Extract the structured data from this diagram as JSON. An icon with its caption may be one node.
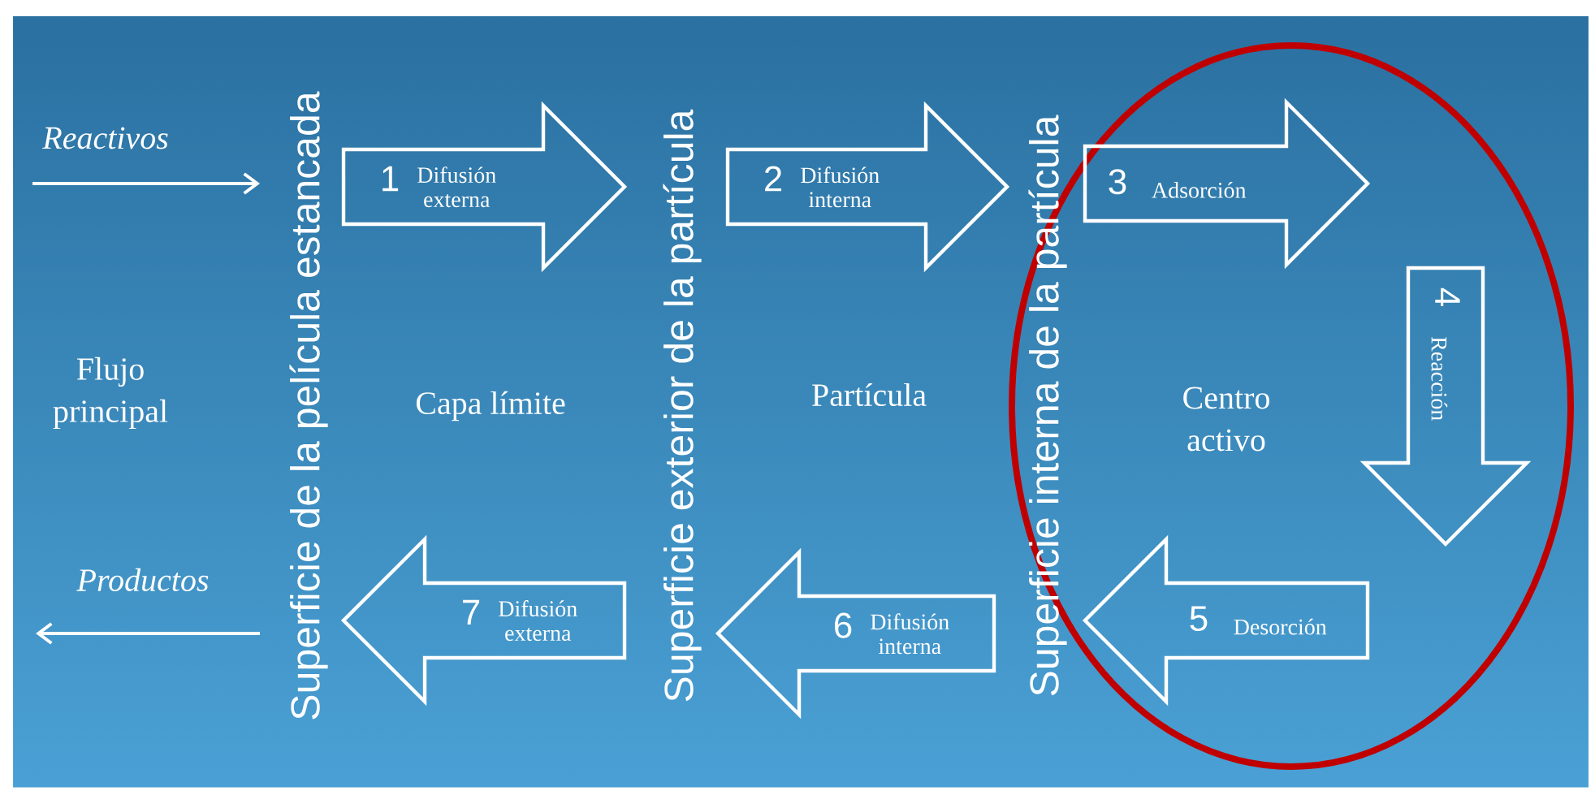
{
  "diagram": {
    "nodes": [
      {
        "text": [
          "1",
          "Difusión externa"
        ]
      },
      {
        "text": [
          "2",
          "Difusión interna"
        ]
      },
      {
        "text": [
          "3",
          "Adsorción"
        ]
      },
      {
        "text": [
          "4",
          "Reacción"
        ]
      },
      {
        "text": [
          "5",
          "Desorción"
        ]
      },
      {
        "text": [
          "6",
          "Difusión interna"
        ]
      },
      {
        "text": [
          "7",
          "Difusión externa"
        ]
      }
    ],
    "labels": [
      "Reactivos",
      "Superficie de la película estancada",
      "Superficie exterior de la partícula",
      "Superficie interna de la partícula",
      "Flujo principal",
      "Capa límite",
      "Partícula",
      "Centro activo",
      "Productos"
    ]
  }
}
